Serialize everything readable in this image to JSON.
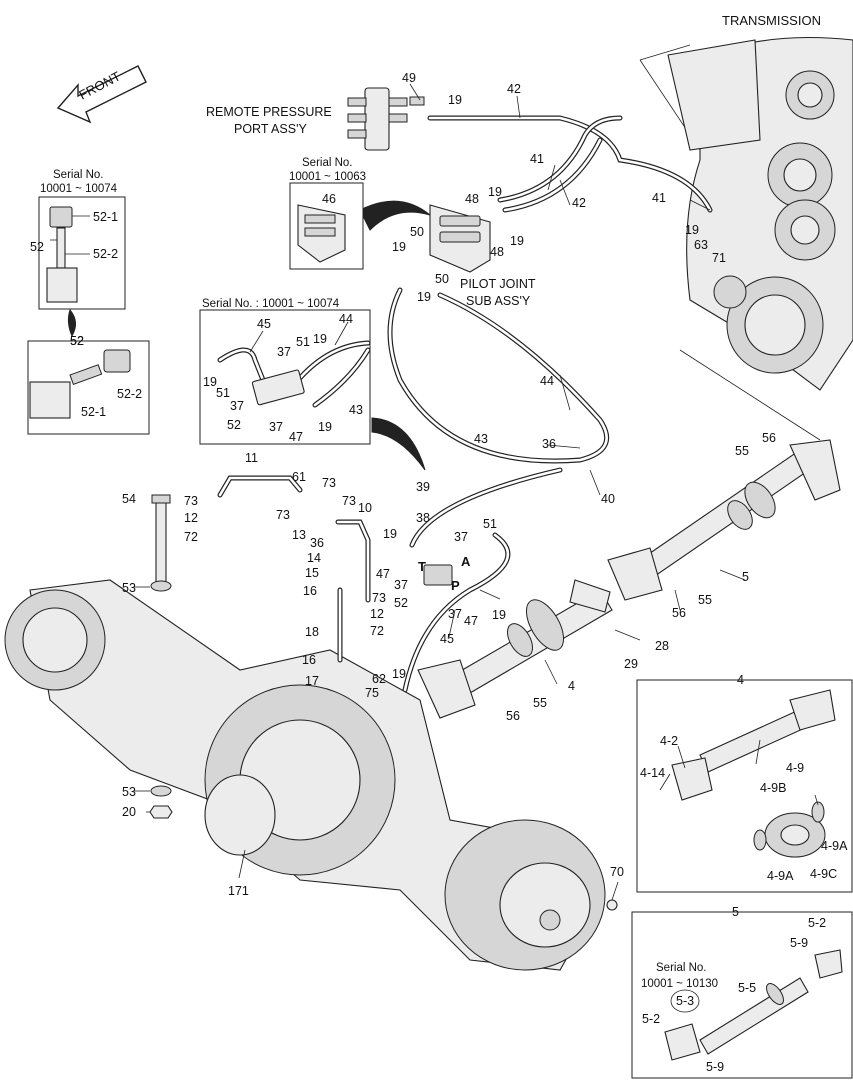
{
  "title": "TRANSMISSION",
  "front_label": "FRONT",
  "captions": {
    "remote_line1": "REMOTE PRESSURE",
    "remote_line2": "PORT ASS'Y",
    "pilot_line1": "PILOT JOINT",
    "pilot_line2": "SUB ASS'Y"
  },
  "serial_boxes": {
    "box52": {
      "line1": "Serial No.",
      "line2": "10001 ~ 10074"
    },
    "box46": {
      "line1": "Serial No.",
      "line2": "10001 ~ 10063"
    },
    "detail": {
      "line1": "Serial No. : 10001 ~ 10074"
    },
    "box5": {
      "line1": "Serial No.",
      "line2": "10001 ~ 10130"
    }
  },
  "inset_titles": {
    "box4": "4",
    "box5": "5",
    "box52b": "52"
  },
  "valve_ports": {
    "t": "T",
    "a": "A",
    "p": "P"
  },
  "callouts": [
    "49",
    "19",
    "42",
    "41",
    "42",
    "41",
    "19",
    "63",
    "71",
    "48",
    "19",
    "19",
    "48",
    "50",
    "19",
    "50",
    "19",
    "46",
    "52-1",
    "52",
    "52-2",
    "52",
    "52-1",
    "52-2",
    "45",
    "44",
    "37",
    "51",
    "19",
    "19",
    "51",
    "37",
    "52",
    "43",
    "37",
    "47",
    "19",
    "44",
    "43",
    "36",
    "40",
    "55",
    "56",
    "5",
    "56",
    "55",
    "29",
    "28",
    "4",
    "55",
    "56",
    "11",
    "61",
    "73",
    "73",
    "73",
    "10",
    "13",
    "36",
    "14",
    "15",
    "16",
    "73",
    "12",
    "18",
    "72",
    "16",
    "17",
    "54",
    "73",
    "12",
    "72",
    "53",
    "53",
    "20",
    "171",
    "70",
    "39",
    "38",
    "19",
    "51",
    "37",
    "47",
    "37",
    "52",
    "37",
    "47",
    "19",
    "45",
    "62",
    "75",
    "19",
    "4-2",
    "4-14",
    "4-9",
    "4-9B",
    "4-9A",
    "4-9A",
    "4-9C",
    "5-2",
    "5-9",
    "5-5",
    "5-3",
    "5-2",
    "5-9"
  ]
}
